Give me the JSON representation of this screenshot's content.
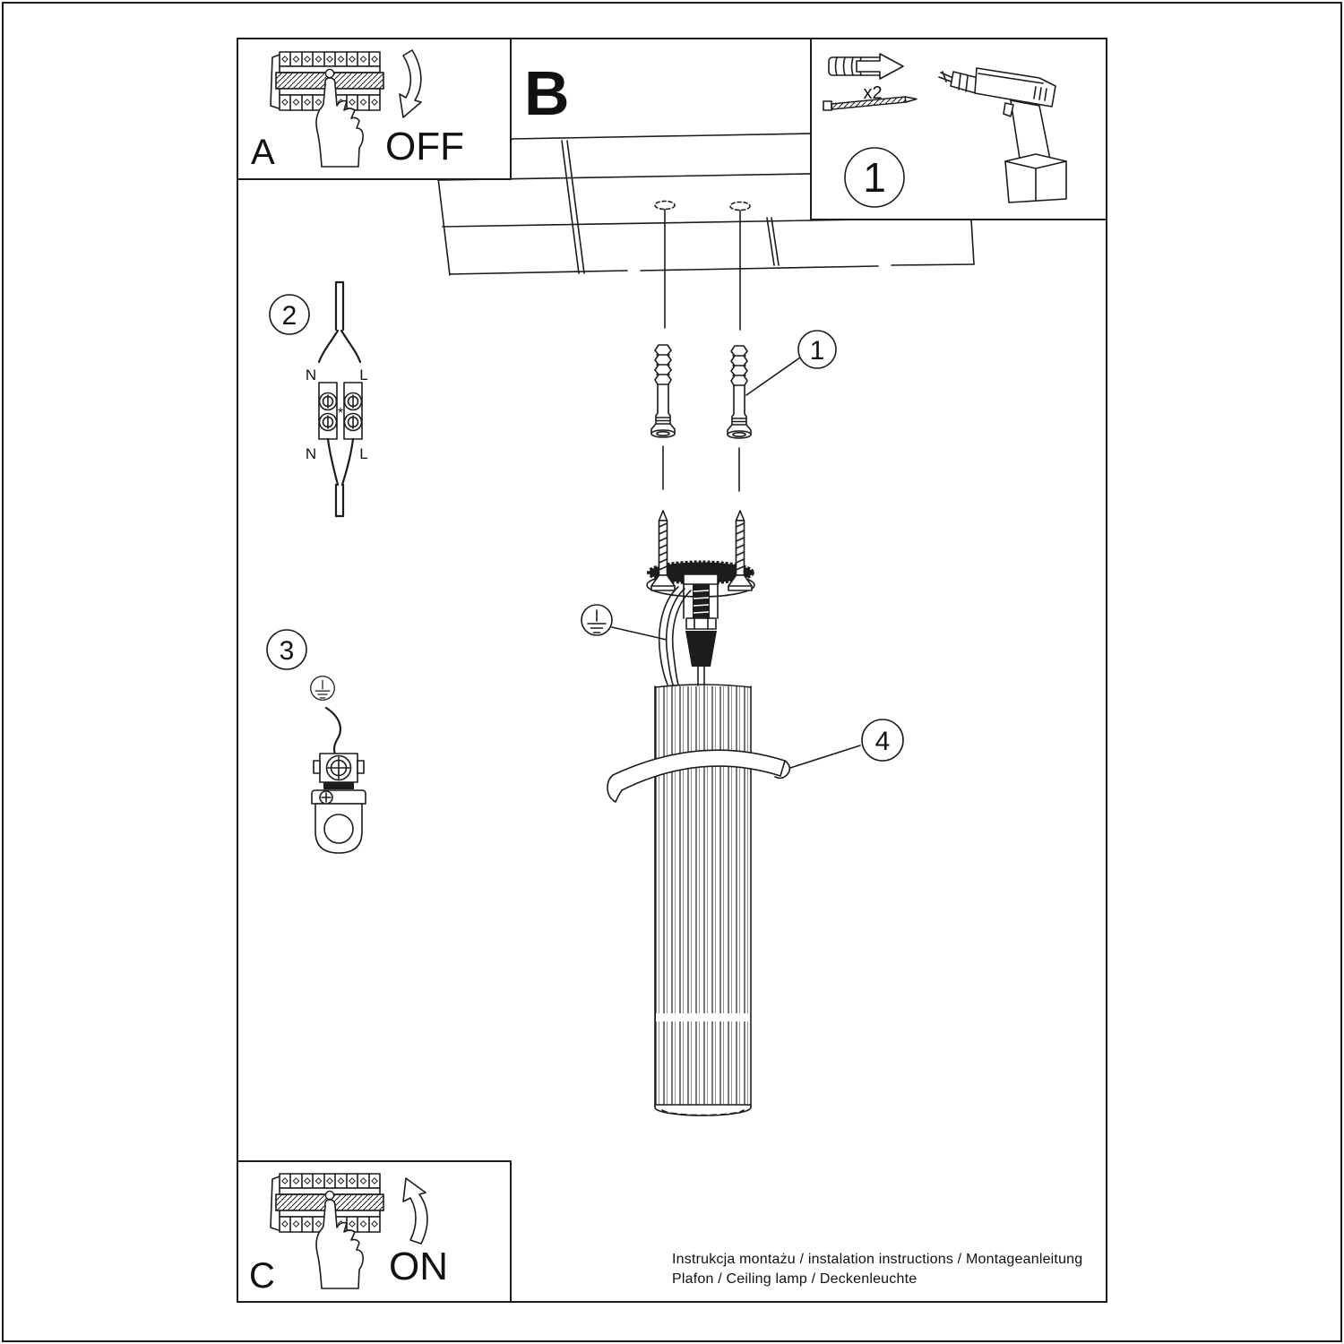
{
  "figure": {
    "letter_b": "B"
  },
  "panel_a": {
    "label": "A",
    "state": "OFF"
  },
  "panel_c": {
    "label": "C",
    "state": "ON"
  },
  "tools_box": {
    "step": "1",
    "quantity": "x2"
  },
  "callouts": {
    "one": "1",
    "two": "2",
    "three": "3",
    "four": "4"
  },
  "connector": {
    "n_top": "N",
    "l_top": "L",
    "n_bottom": "N",
    "l_bottom": "L",
    "mark": "*"
  },
  "footer": {
    "line1": "Instrukcja montażu / instalation instructions / Montageanleitung",
    "line2": "Plafon / Ceiling lamp / Deckenleuchte"
  },
  "colors": {
    "ink": "#1c1c1c",
    "paper": "#ffffff"
  }
}
